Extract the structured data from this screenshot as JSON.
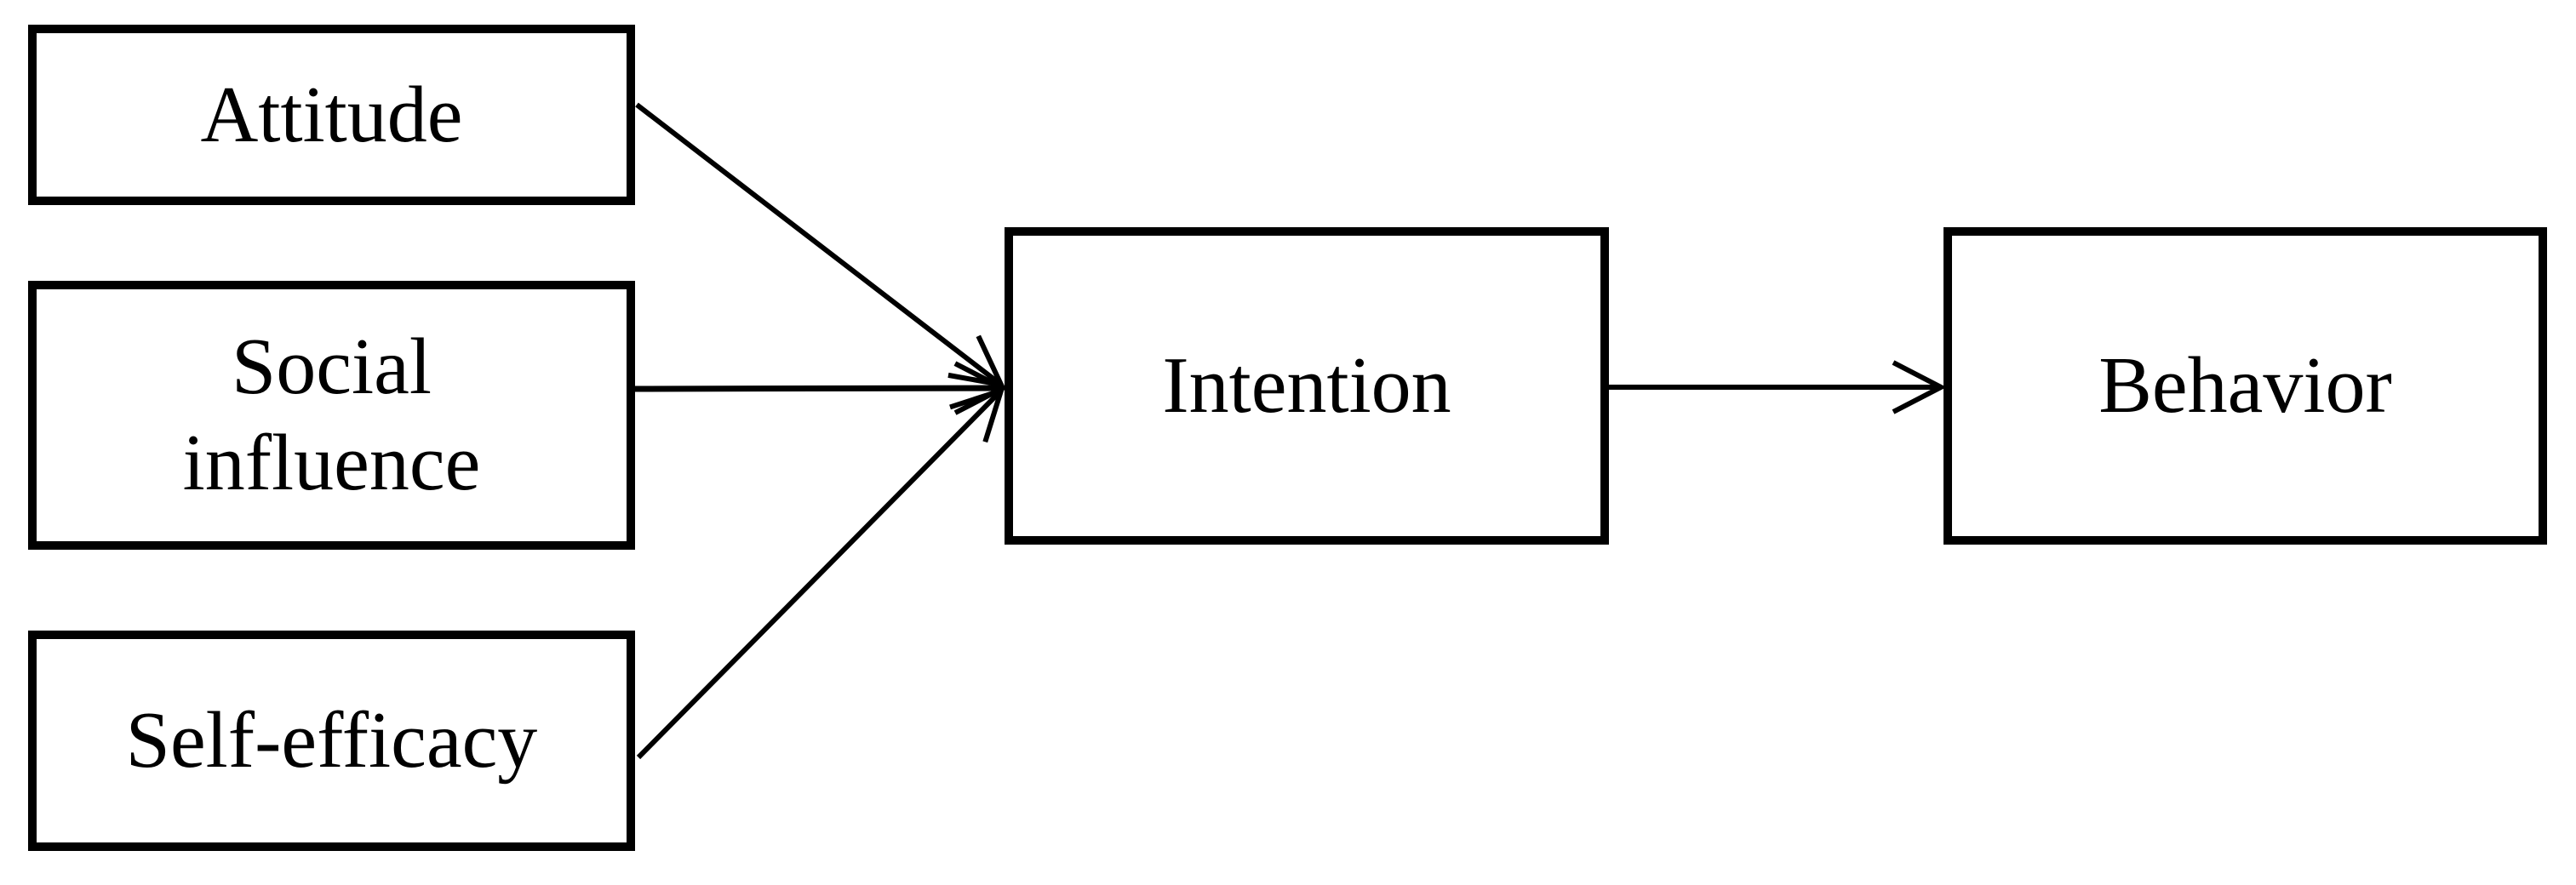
{
  "diagram": {
    "background_color": "#ffffff",
    "line_color": "#000000",
    "box_fill": "#ffffff",
    "box_border_color": "#000000",
    "nodes": [
      {
        "id": "attitude",
        "label": "Attitude"
      },
      {
        "id": "social-influence",
        "label": "Social influence"
      },
      {
        "id": "self-efficacy",
        "label": "Self-efficacy"
      },
      {
        "id": "intention",
        "label": "Intention"
      },
      {
        "id": "behavior",
        "label": "Behavior"
      }
    ],
    "edges": [
      {
        "from": "Attitude",
        "to": "Intention",
        "style": "arrow"
      },
      {
        "from": "Social influence",
        "to": "Intention",
        "style": "arrow"
      },
      {
        "from": "Self-efficacy",
        "to": "Intention",
        "style": "arrow"
      },
      {
        "from": "Intention",
        "to": "Behavior",
        "style": "arrow"
      }
    ]
  }
}
